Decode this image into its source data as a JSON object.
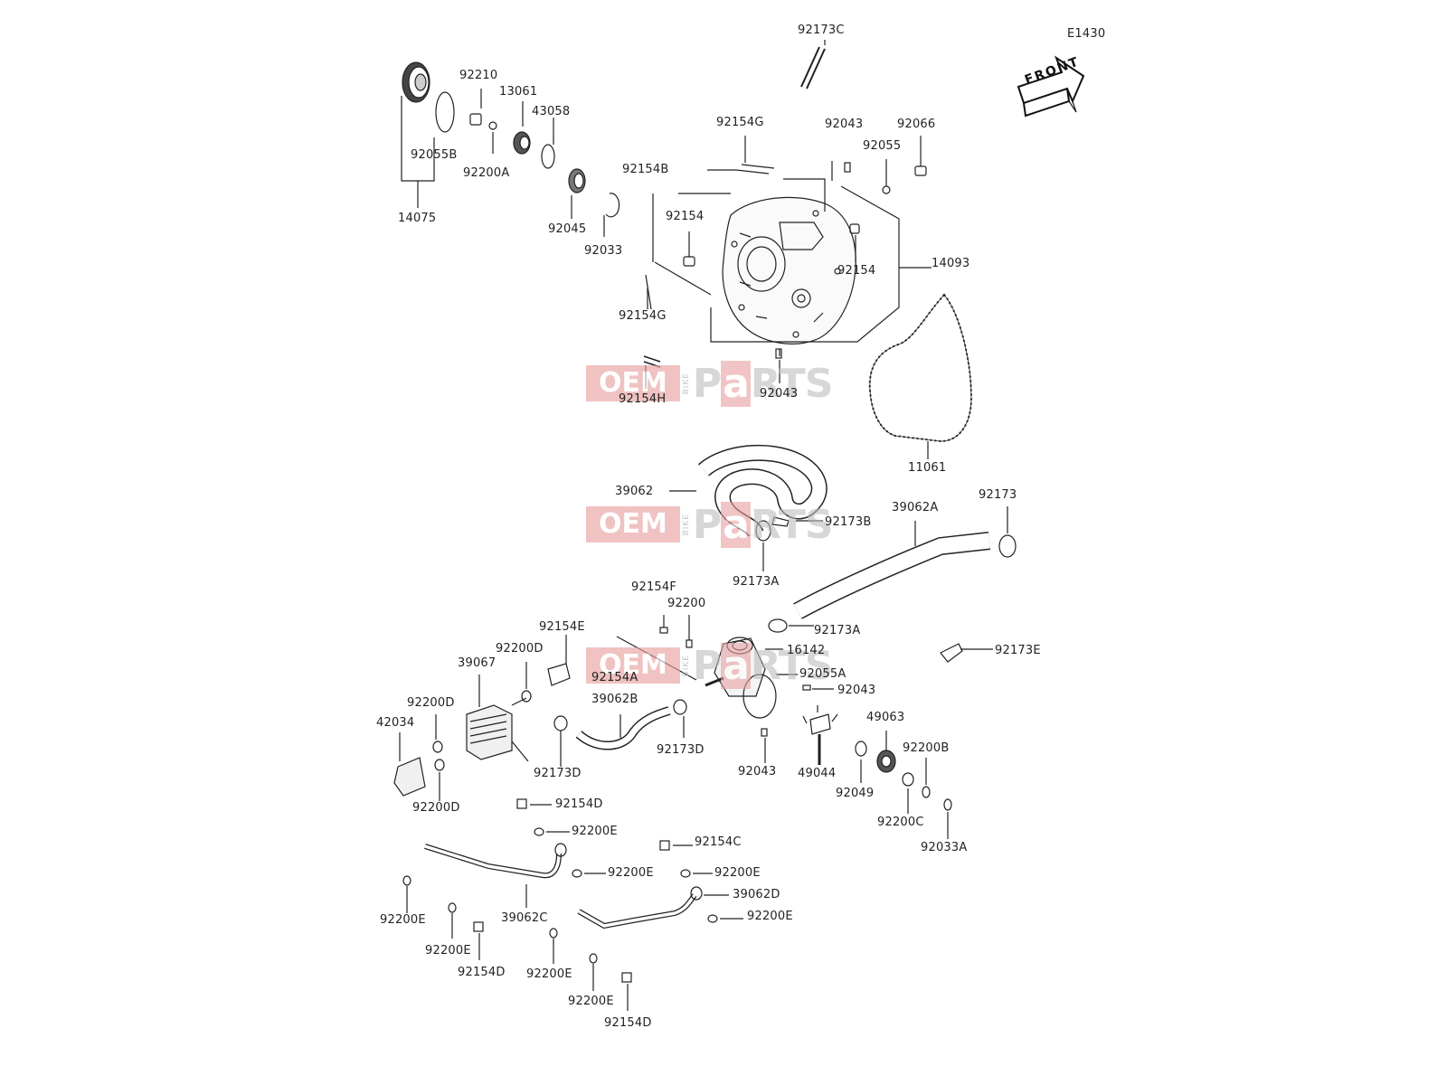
{
  "diagram_code": "E1430",
  "front_label": "FRONT",
  "watermark": {
    "oem": "OEM",
    "bike": "BIKE",
    "parts_pre": "P",
    "parts_hl": "a",
    "parts_post": "RTS",
    "color_red": "#e8a0a0",
    "color_grey": "#bdbdbd"
  },
  "labels": {
    "p92173C": "92173C",
    "p92210": "92210",
    "p13061": "13061",
    "p43058": "43058",
    "p92055B": "92055B",
    "p92200A": "92200A",
    "p14075": "14075",
    "p92045": "92045",
    "p92033": "92033",
    "p92154G_top": "92154G",
    "p92043_top": "92043",
    "p92066": "92066",
    "p92055": "92055",
    "p92154B": "92154B",
    "p92154_left": "92154",
    "p92154_right": "92154",
    "p14093": "14093",
    "p92154G_low": "92154G",
    "p92154H": "92154H",
    "p92043_mid": "92043",
    "p11061": "11061",
    "p39062": "39062",
    "p92173B": "92173B",
    "p39062A": "39062A",
    "p92173": "92173",
    "p92173A_top": "92173A",
    "p92154F": "92154F",
    "p92200": "92200",
    "p92154E": "92154E",
    "p92173A_low": "92173A",
    "p16142": "16142",
    "p92173E": "92173E",
    "p92200D_top": "92200D",
    "p39067": "39067",
    "p92154A": "92154A",
    "p92055A": "92055A",
    "p92200D_mid": "92200D",
    "p39062B": "39062B",
    "p92043_low": "92043",
    "p42034": "42034",
    "p49063": "49063",
    "p92173D_right": "92173D",
    "p92200B": "92200B",
    "p92173D_left": "92173D",
    "p92043_bottom": "92043",
    "p49044": "49044",
    "p92200D_bot": "92200D",
    "p92049": "92049",
    "p92200C": "92200C",
    "p92154D_a": "92154D",
    "p92033A": "92033A",
    "p92200E_a": "92200E",
    "p92154C": "92154C",
    "p92200E_b": "92200E",
    "p92200E_c": "92200E",
    "p39062D": "39062D",
    "p92200E_d": "92200E",
    "p39062C": "39062C",
    "p92200E_e": "92200E",
    "p92200E_f": "92200E",
    "p92154D_b": "92154D",
    "p92200E_g": "92200E",
    "p92200E_h": "92200E",
    "p92154D_c": "92154D"
  }
}
